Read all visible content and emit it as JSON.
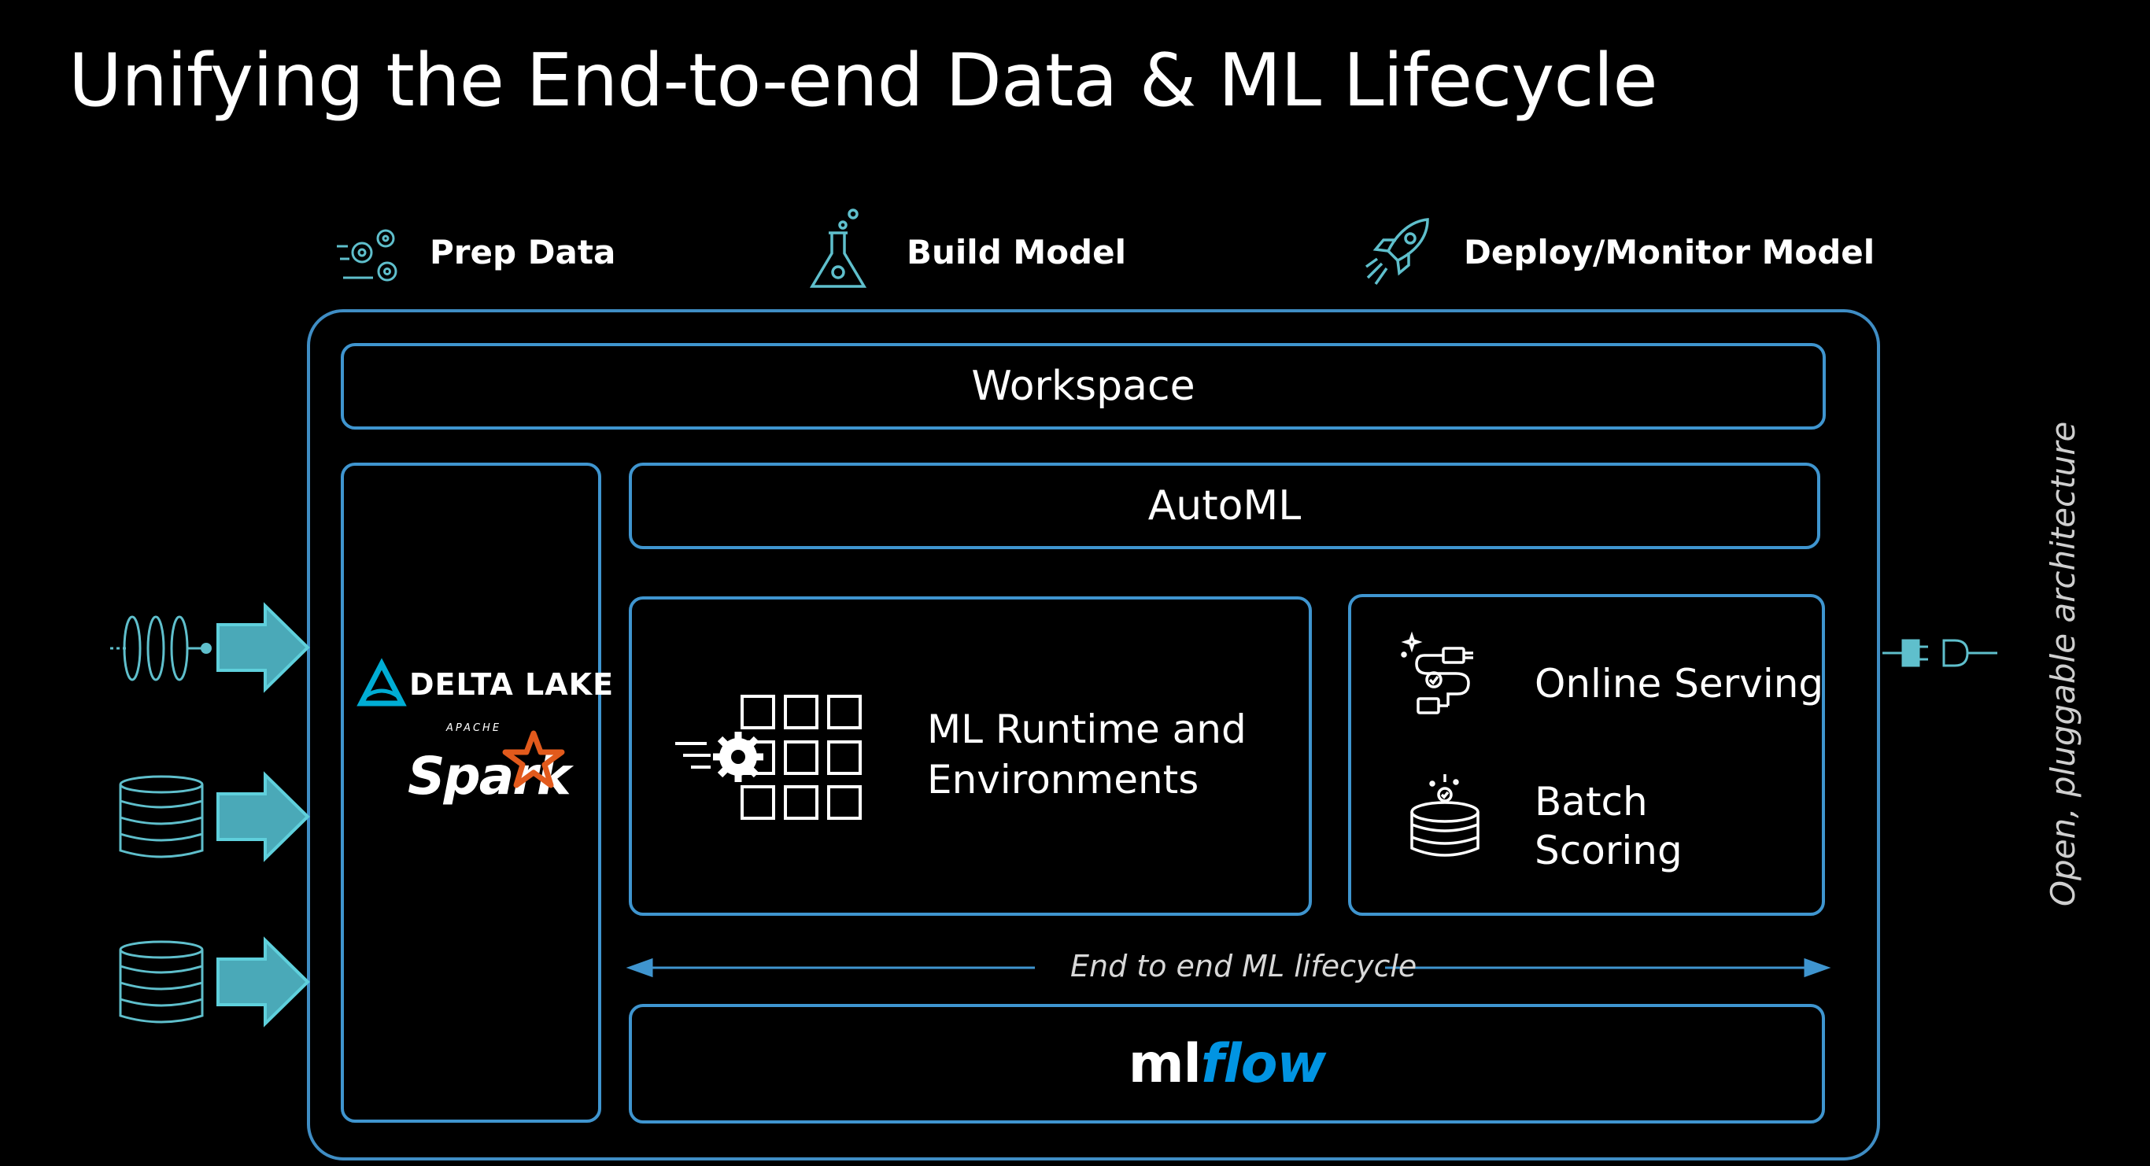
{
  "title": "Unifying the End-to-end Data & ML Lifecycle",
  "stages": {
    "prep": "Prep Data",
    "build": "Build Model",
    "deploy": "Deploy/Monitor Model"
  },
  "layers": {
    "workspace": "Workspace",
    "automl": "AutoML",
    "runtime_line1": "ML Runtime and",
    "runtime_line2": "Environments",
    "online_serving": "Online Serving",
    "batch_line1": "Batch",
    "batch_line2": "Scoring",
    "lifecycle": "End to end ML lifecycle",
    "mlflow_ml": "ml",
    "mlflow_flow": "flow"
  },
  "storage": {
    "delta_lake": "DELTA LAKE",
    "spark_apache": "APACHE",
    "spark": "Spark"
  },
  "side_note": "Open, pluggable architecture",
  "colors": {
    "border": "#3f95cf",
    "arrow_fill": "#4aa9b8",
    "arrow_stroke": "#5fd0dc",
    "icon": "#5fbfcc",
    "spark_orange": "#e25a1c",
    "mlflow_blue": "#0194e2",
    "delta_blue": "#00add4"
  },
  "icons": [
    "gears-icon",
    "flask-icon",
    "rocket-icon",
    "stream-icon",
    "database-icon",
    "database-icon",
    "runtime-grid-icon",
    "online-serving-icon",
    "batch-scoring-icon",
    "plug-icon"
  ]
}
